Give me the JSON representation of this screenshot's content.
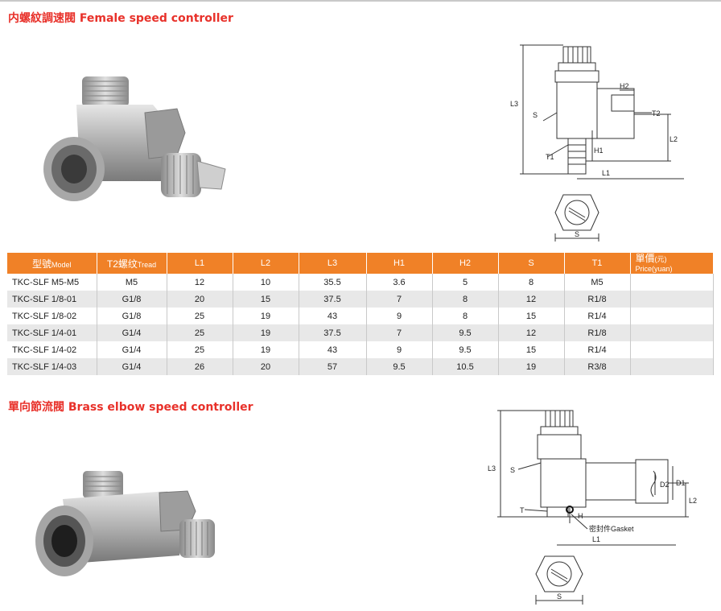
{
  "section1": {
    "title": "内螺紋調速閥 Female speed controller",
    "diagram_labels": {
      "s": "S",
      "l3": "L3",
      "h2": "H2",
      "t2": "T2",
      "l2": "L2",
      "t1": "T1",
      "h1": "H1",
      "l1": "L1",
      "s_hex": "S"
    }
  },
  "table": {
    "headers": [
      {
        "cn": "型號",
        "en": "Model"
      },
      {
        "cn": "T2螺纹",
        "en": "Tread"
      },
      {
        "cn": "L1",
        "en": ""
      },
      {
        "cn": "L2",
        "en": ""
      },
      {
        "cn": "L3",
        "en": ""
      },
      {
        "cn": "H1",
        "en": ""
      },
      {
        "cn": "H2",
        "en": ""
      },
      {
        "cn": "S",
        "en": ""
      },
      {
        "cn": "T1",
        "en": ""
      },
      {
        "cn": "單價",
        "unit": "(元)",
        "en": "Price(yuan)"
      }
    ],
    "rows": [
      [
        "TKC-SLF M5-M5",
        "M5",
        "12",
        "10",
        "35.5",
        "3.6",
        "5",
        "8",
        "M5",
        ""
      ],
      [
        "TKC-SLF 1/8-01",
        "G1/8",
        "20",
        "15",
        "37.5",
        "7",
        "8",
        "12",
        "R1/8",
        ""
      ],
      [
        "TKC-SLF 1/8-02",
        "G1/8",
        "25",
        "19",
        "43",
        "9",
        "8",
        "15",
        "R1/4",
        ""
      ],
      [
        "TKC-SLF 1/4-01",
        "G1/4",
        "25",
        "19",
        "37.5",
        "7",
        "9.5",
        "12",
        "R1/8",
        ""
      ],
      [
        "TKC-SLF 1/4-02",
        "G1/4",
        "25",
        "19",
        "43",
        "9",
        "9.5",
        "15",
        "R1/4",
        ""
      ],
      [
        "TKC-SLF 1/4-03",
        "G1/4",
        "26",
        "20",
        "57",
        "9.5",
        "10.5",
        "19",
        "R3/8",
        ""
      ]
    ]
  },
  "section2": {
    "title": "單向節流閥 Brass elbow speed controller",
    "diagram_labels": {
      "l3": "L3",
      "s": "S",
      "d2": "D2",
      "d1": "D1",
      "l2": "L2",
      "t": "T",
      "h": "H",
      "gasket": "密封件Gasket",
      "l1": "L1",
      "s_hex": "S"
    }
  },
  "colors": {
    "title_red": "#e8312a",
    "header_orange": "#f08127",
    "row_alt": "#e8e8e8",
    "metal": "#b9b9b9"
  }
}
